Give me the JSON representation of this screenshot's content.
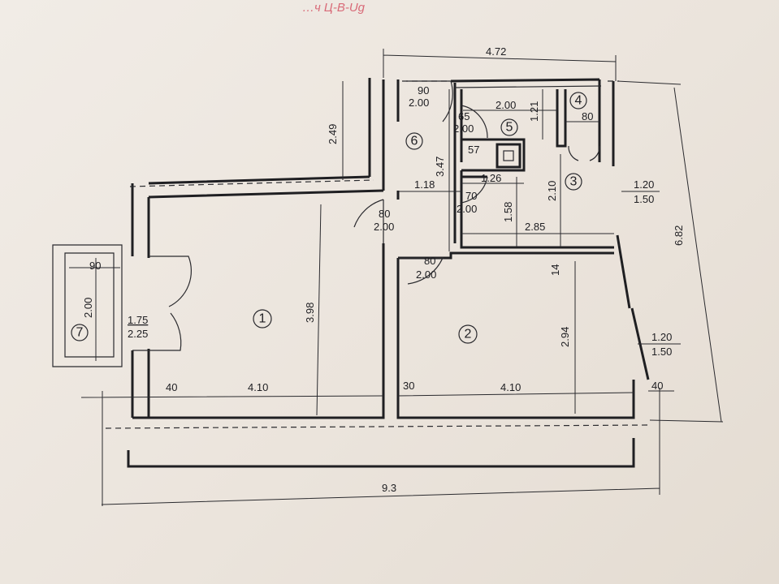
{
  "header_note": "…ч Ц-В-Ug",
  "rooms": [
    "1",
    "2",
    "3",
    "4",
    "5",
    "6",
    "7"
  ],
  "dimensions": {
    "top_width": "4.72",
    "total_height": "6.82",
    "bottom_width": "9.3",
    "corridor_height": "2.49",
    "room1_height": "3.98",
    "room1_width": "4.10",
    "room2_width": "4.10",
    "room2_height": "2.94",
    "wall_left": "40",
    "wall_mid": "30",
    "wall_right": "40",
    "balcony_width": "90",
    "balcony_height": "2.00",
    "balcony_door_w": "1.75",
    "balcony_door_h": "2.25",
    "hall_width": "1.18",
    "hall_height": "3.47",
    "door_room1_w": "80",
    "door_room1_h": "2.00",
    "door_room2_w": "80",
    "door_room2_h": "2.00",
    "door_entry_w": "90",
    "door_entry_h": "2.00",
    "door_bath_w": "65",
    "door_bath_h": "2.00",
    "door_kitchen_w": "70",
    "door_kitchen_h": "2.00",
    "bath_width": "2.00",
    "bath_height": "1.21",
    "wc_width": "80",
    "shaft_width": "57",
    "kitchen_upper_width": "1.26",
    "kitchen_height": "1.58",
    "kitchen_width": "2.85",
    "room3_height": "2.10",
    "window_top_w": "1.20",
    "window_top_h": "1.50",
    "window_bottom_w": "1.20",
    "window_bottom_h": "1.50",
    "partition_14": "14"
  }
}
